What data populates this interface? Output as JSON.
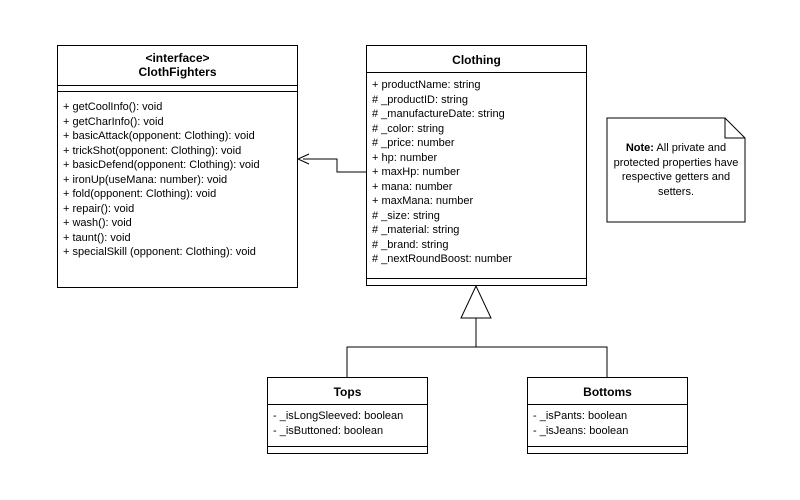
{
  "cloth_fighters": {
    "stereotype": "<interface>",
    "name": "ClothFighters",
    "methods": [
      "+ getCoolInfo(): void",
      "+ getCharInfo(): void",
      "+ basicAttack(opponent: Clothing): void",
      "+ trickShot(opponent: Clothing): void",
      "+ basicDefend(opponent: Clothing): void",
      "+ ironUp(useMana: number): void",
      "+ fold(opponent: Clothing): void",
      "+ repair(): void",
      "+ wash(): void",
      "+ taunt(): void",
      "+ specialSkill (opponent: Clothing): void"
    ]
  },
  "clothing": {
    "name": "Clothing",
    "attributes": [
      "+ productName: string",
      "# _productID: string",
      "# _manufactureDate: string",
      "# _color: string",
      "# _price: number",
      "+ hp: number",
      "+ maxHp: number",
      "+ mana: number",
      "+ maxMana: number",
      "# _size: string",
      "# _material: string",
      "# _brand: string",
      "# _nextRoundBoost: number"
    ]
  },
  "tops": {
    "name": "Tops",
    "attributes": [
      "- _isLongSleeved: boolean",
      "- _isButtoned: boolean"
    ]
  },
  "bottoms": {
    "name": "Bottoms",
    "attributes": [
      "- _isPants: boolean",
      "- _isJeans: boolean"
    ]
  },
  "note": {
    "bold": "Note:",
    "text": " All private and protected  properties have respective getters and setters."
  }
}
